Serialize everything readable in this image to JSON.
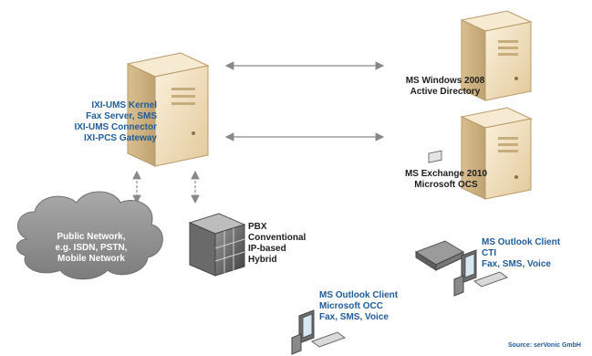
{
  "ums_server": {
    "lines": [
      "IXI-UMS Kernel",
      "Fax Server, SMS",
      "IXI-UMS Connector",
      "IXI-PCS Gateway"
    ]
  },
  "windows_server": {
    "lines": [
      "MS Windows 2008",
      "Active Directory"
    ]
  },
  "exchange_server": {
    "lines": [
      "MS Exchange 2010",
      "Microsoft OCS"
    ]
  },
  "public_network": {
    "lines": [
      "Public Network,",
      "e.g. ISDN, PSTN,",
      "Mobile Network"
    ]
  },
  "pbx": {
    "lines": [
      "PBX",
      "Conventional",
      "IP-based",
      "Hybrid"
    ]
  },
  "client_left": {
    "lines": [
      "MS Outlook Client",
      "Microsoft OCC",
      "Fax, SMS, Voice"
    ]
  },
  "client_right": {
    "lines": [
      "MS Outlook Client",
      "CTI",
      "Fax, SMS, Voice"
    ]
  },
  "source": "Source: serVonic GmbH",
  "colors": {
    "label_blue": "#1f5c99",
    "label_dark": "#1e1e1e",
    "server_body": "#f3e4c4",
    "cloud": "#8f8f8f"
  }
}
